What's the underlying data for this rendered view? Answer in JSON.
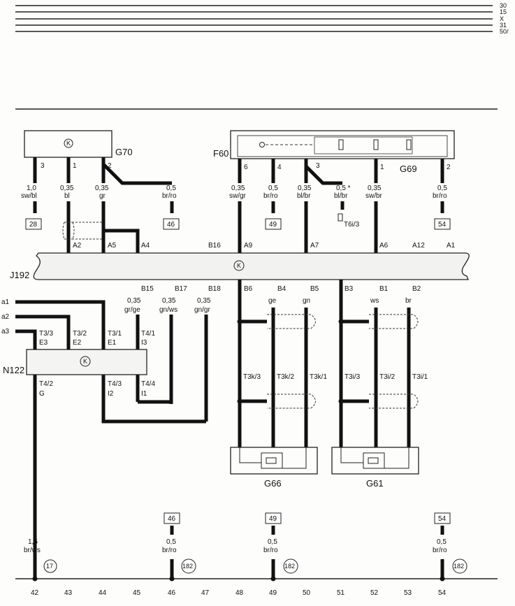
{
  "rails": [
    "30",
    "15",
    "X",
    "31",
    "50/"
  ],
  "components": {
    "g70": "G70",
    "f60": "F60",
    "g69": "G69",
    "j192": "J192",
    "n122": "N122",
    "g66": "G66",
    "g61": "G61"
  },
  "k_symbol": "K",
  "g70_wires": [
    {
      "pin": "3",
      "gauge": "1,0",
      "color": "sw/bl",
      "ref": "28"
    },
    {
      "pin": "1",
      "gauge": "0,35",
      "color": "bl"
    },
    {
      "pin": "2",
      "gauge": "0,35",
      "color": "gr"
    },
    {
      "gauge": "0,5",
      "color": "br/ro",
      "ref": "46"
    }
  ],
  "f60_wires": [
    {
      "pin": "6",
      "gauge": "0,35",
      "color": "sw/gr"
    },
    {
      "pin": "4",
      "gauge": "0,5",
      "color": "br/ro",
      "ref": "49"
    },
    {
      "pin": "3",
      "gauge": "0,35",
      "color": "bl/br"
    },
    {
      "gauge": "0,5 *",
      "color": "bl/br",
      "conn": "T6i/3"
    },
    {
      "pin": "1",
      "gauge": "0,35",
      "color": "sw/br"
    },
    {
      "pin": "2",
      "gauge": "0,5",
      "color": "br/ro",
      "ref": "54"
    }
  ],
  "j192_top_pins": [
    "A2",
    "A5",
    "A4",
    "B16",
    "A9",
    "A7",
    "A6",
    "A12",
    "A1"
  ],
  "j192_bottom_pins": [
    "B15",
    "B17",
    "B18",
    "B6",
    "B4",
    "B5",
    "B3",
    "B1",
    "B2"
  ],
  "j192_bottom_wires": [
    {
      "gauge": "0,35",
      "color": "gr/ge"
    },
    {
      "gauge": "0,35",
      "color": "gn/ws"
    },
    {
      "gauge": "0,35",
      "color": "gn/gr"
    }
  ],
  "sensor_colors": [
    "ge",
    "gn",
    "ws",
    "br"
  ],
  "connectors_k": [
    "T3k/3",
    "T3k/2",
    "T3k/1"
  ],
  "connectors_i": [
    "T3i/3",
    "T3i/2",
    "T3i/1"
  ],
  "inputs": [
    "a1",
    "a2",
    "a3"
  ],
  "n122_pins": {
    "t3_3": "T3/3",
    "t3_2": "T3/2",
    "t3_1": "T3/1",
    "t4_1": "T4/1",
    "e3": "E3",
    "e2": "E2",
    "e1": "E1",
    "i3": "I3",
    "t4_2": "T4/2",
    "t4_3": "T4/3",
    "t4_4": "T4/4",
    "g": "G",
    "i2": "I2",
    "i1": "I1"
  },
  "bottom_wires": [
    {
      "gauge": "1,5",
      "color": "br/ws",
      "ref": "17"
    },
    {
      "gauge": "0,5",
      "color": "br/ro",
      "ref": "182",
      "box": "46"
    },
    {
      "gauge": "0,5",
      "color": "br/ro",
      "ref": "182",
      "box": "49"
    },
    {
      "gauge": "0,5",
      "color": "br/ro",
      "ref": "182",
      "box": "54"
    }
  ],
  "track_numbers": [
    "42",
    "43",
    "44",
    "45",
    "46",
    "47",
    "48",
    "49",
    "50",
    "51",
    "52",
    "53",
    "54"
  ]
}
